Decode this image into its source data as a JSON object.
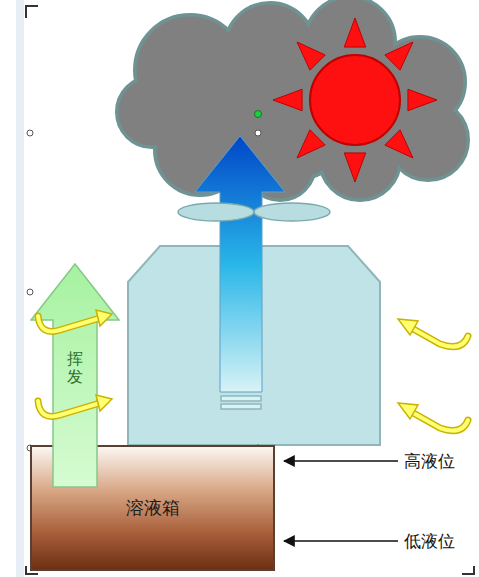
{
  "diagram": {
    "nodes": [
      {
        "text": [
          "挥发"
        ]
      },
      {
        "text": [
          "溶液箱"
        ]
      }
    ],
    "labels": [
      "高液位",
      "低液位"
    ]
  }
}
